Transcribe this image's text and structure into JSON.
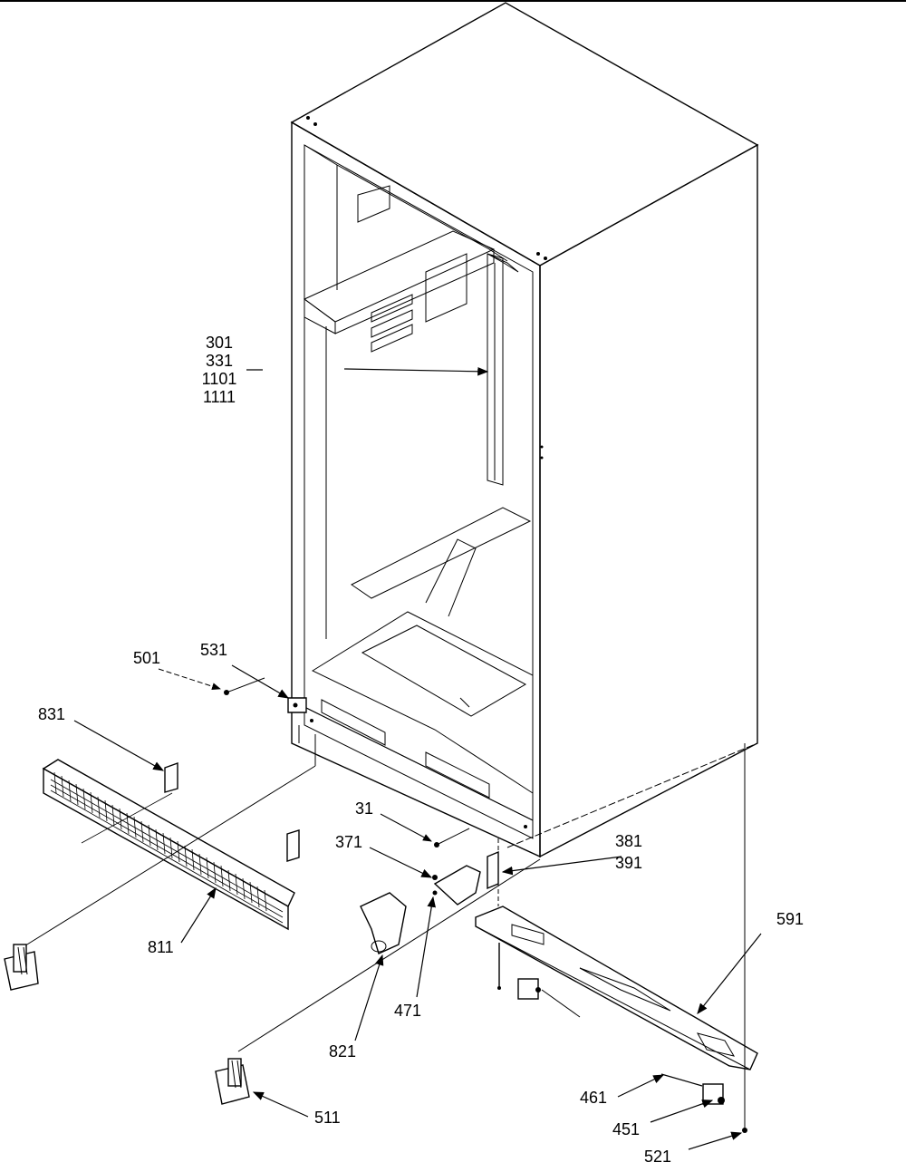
{
  "labels": {
    "l301": "301",
    "l331": "331",
    "l1101": "1101",
    "l1111": "1111",
    "l501": "501",
    "l531": "531",
    "l831": "831",
    "l31": "31",
    "l371": "371",
    "l381": "381",
    "l391": "391",
    "l591": "591",
    "l811": "811",
    "l821": "821",
    "l471": "471",
    "l461": "461",
    "l451": "451",
    "l511": "511",
    "l521": "521"
  }
}
